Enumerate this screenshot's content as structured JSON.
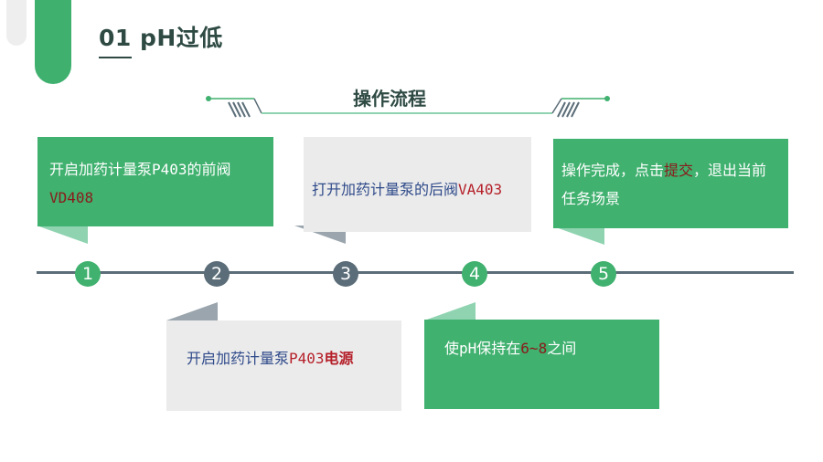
{
  "title": "01 pH过低",
  "flow_title": "操作流程",
  "steps": [
    {
      "number": "1",
      "parts": [
        "开启加药计量泵",
        "P403",
        "的前阀",
        "VD408"
      ]
    },
    {
      "number": "2",
      "parts": [
        "开启加药计量泵",
        "P403",
        "电源"
      ]
    },
    {
      "number": "3",
      "parts": [
        "打开加药计量泵的后阀",
        "VA403"
      ]
    },
    {
      "number": "4",
      "parts": [
        "使",
        "pH",
        "保持在",
        "6~8",
        "之间"
      ]
    },
    {
      "number": "5",
      "parts": [
        "操作完成，点击",
        "提交",
        "，退出当前任务场景"
      ]
    }
  ],
  "colors": {
    "green": "#40b16f",
    "slate": "#5b6d78",
    "dark_text": "#2e4a43",
    "highlight_red": "#b5202a",
    "grey_card": "#ebebeb"
  }
}
